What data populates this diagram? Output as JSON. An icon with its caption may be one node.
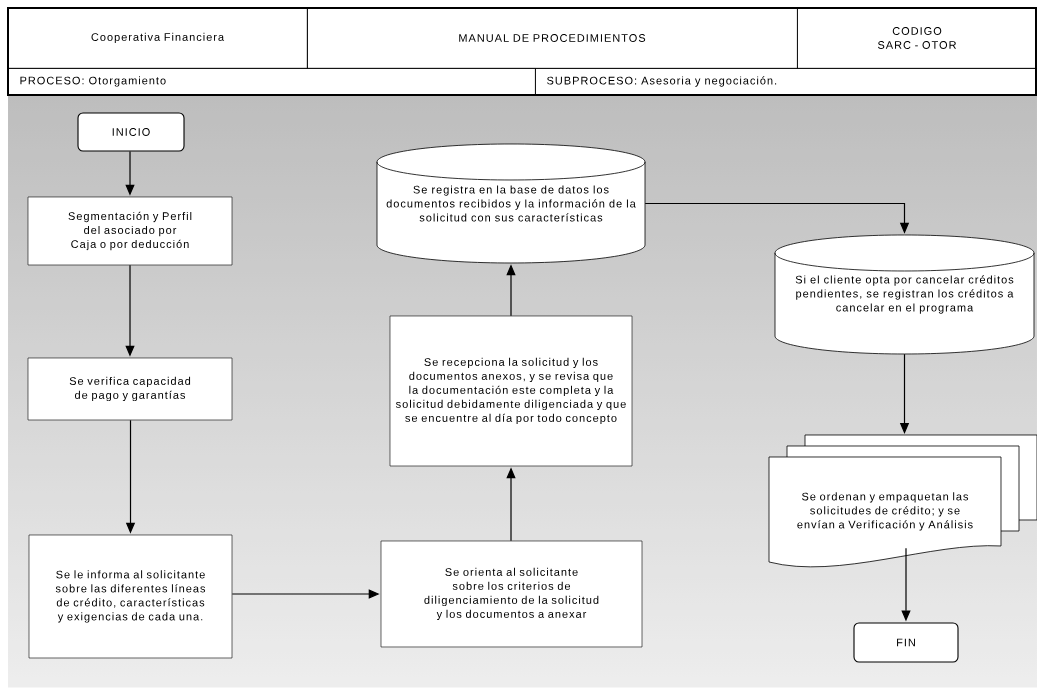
{
  "diagram": {
    "nodes": [
      {
        "text": [
          "INICIO"
        ]
      },
      {
        "text": [
          "Segmentación y Perfil del asociado por Caja o por deducción"
        ]
      },
      {
        "text": [
          "Se verifica capacidad de pago  y garantías"
        ]
      },
      {
        "text": [
          "Se le informa al solicitante sobre las diferentes líneas de crédito, características y exigencias de cada una."
        ]
      },
      {
        "text": [
          "Se orienta al solicitante sobre los criterios de diligenciamiento de la solicitud y los documentos a anexar"
        ]
      },
      {
        "text": [
          "Se recepciona la solicitud y los documentos anexos, y se revisa que la documentación este completa y la solicitud debidamente diligenciada y que se encuentre al día por todo concepto"
        ]
      },
      {
        "text": [
          "Se registra en la base de datos los documentos recibidos y la información de la solicitud con sus características"
        ]
      },
      {
        "text": [
          "Si el cliente opta por cancelar créditos pendientes, se registran los créditos a cancelar en el programa"
        ]
      },
      {
        "text": [
          "Se ordenan y empaquetan las solicitudes de crédito; y se envían a Verificación y Análisis"
        ]
      },
      {
        "text": [
          "FIN"
        ]
      }
    ],
    "edges": [
      {
        "from": 0,
        "to": 1,
        "arrow": "to"
      },
      {
        "from": 1,
        "to": 2,
        "arrow": "to"
      },
      {
        "from": 2,
        "to": 3,
        "arrow": "to"
      },
      {
        "from": 3,
        "to": 4,
        "arrow": "to"
      },
      {
        "from": 4,
        "to": 5,
        "arrow": "to"
      },
      {
        "from": 5,
        "to": 6,
        "arrow": "to"
      },
      {
        "from": 6,
        "to": 7,
        "arrow": "to"
      },
      {
        "from": 7,
        "to": 8,
        "arrow": "to"
      },
      {
        "from": 8,
        "to": 9,
        "arrow": "to"
      }
    ],
    "labels": [
      "Cooperativa Financiera",
      "MANUAL DE PROCEDIMIENTOS",
      "CODIGO SARC - OTOR",
      "PROCESO: Otorgamiento",
      "SUBPROCESO: Asesoria y negociación."
    ]
  }
}
